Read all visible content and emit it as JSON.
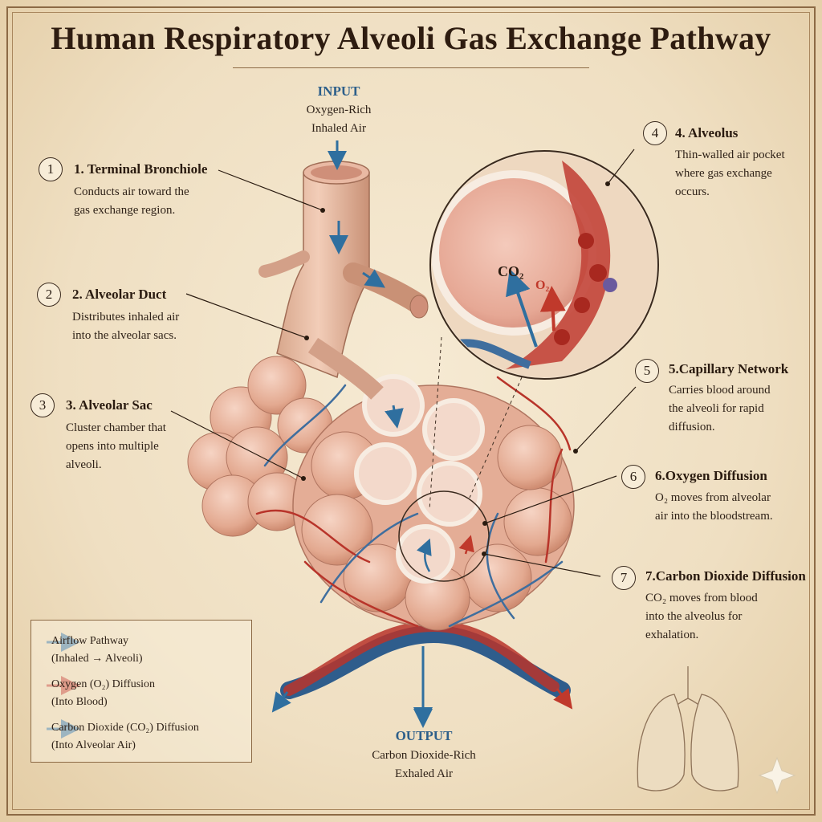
{
  "title": "Human Respiratory Alveoli Gas Exchange Pathway",
  "input": {
    "heading": "INPUT",
    "line1": "Oxygen-Rich",
    "line2": "Inhaled Air"
  },
  "output": {
    "heading": "OUTPUT",
    "line1": "Carbon Dioxide-Rich",
    "line2": "Exhaled Air"
  },
  "labels": [
    {
      "number": "1",
      "title": "1. Terminal Bronchiole",
      "desc": [
        "Conducts air toward the",
        "gas exchange region."
      ]
    },
    {
      "number": "2",
      "title": "2. Alveolar Duct",
      "desc": [
        "Distributes inhaled air",
        "into the alveolar sacs."
      ]
    },
    {
      "number": "3",
      "title": "3. Alveolar Sac",
      "desc": [
        "Cluster chamber that",
        "opens into multiple",
        "alveoli."
      ]
    },
    {
      "number": "4",
      "title": "4. Alveolus",
      "desc": [
        "Thin-walled air pocket",
        "where gas exchange",
        "occurs."
      ]
    },
    {
      "number": "5",
      "title": "5.Capillary Network",
      "desc": [
        "Carries blood around",
        "the alveoli for rapid",
        "diffusion."
      ]
    },
    {
      "number": "6",
      "title": "6.Oxygen Diffusion",
      "desc": [
        "O₂ moves from alveolar",
        "air into the bloodstream."
      ]
    },
    {
      "number": "7",
      "title": "7.Carbon Dioxide Diffusion",
      "desc": [
        "CO₂ moves from blood",
        "into the alveolus for",
        "exhalation."
      ]
    }
  ],
  "zoom": {
    "co2": "CO₂",
    "o2": "O₂"
  },
  "legend": [
    {
      "line1": "Airflow Pathway",
      "line2": "(Inhaled → Alveoli)",
      "color": "#2f6f9f"
    },
    {
      "line1": "Oxygen (O₂) Diffusion",
      "line2": "(Into Blood)",
      "color": "#c0392b"
    },
    {
      "line1": "Carbon Dioxide (CO₂) Diffusion",
      "line2": "(Into Alveolar Air)",
      "color": "#2f6f9f"
    }
  ],
  "colors": {
    "airflow": "#2f6f9f",
    "oxygen": "#c0392b",
    "co2": "#2f6f9f",
    "tissue": "#e6b49f",
    "vein": "#3f6e9e",
    "artery": "#b8342a",
    "ink": "#2f2218"
  }
}
